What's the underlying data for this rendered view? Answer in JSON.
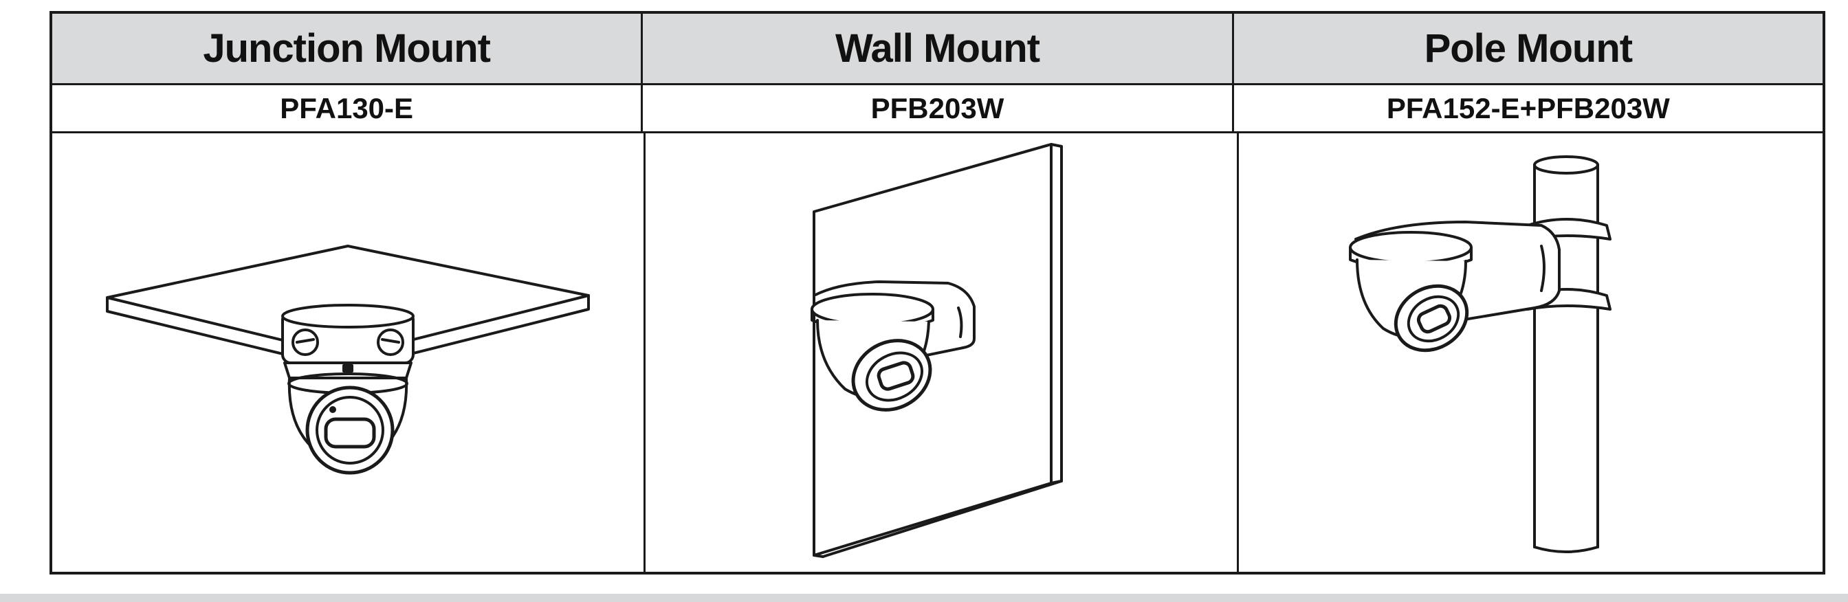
{
  "mounts": [
    {
      "title": "Junction Mount",
      "model": "PFA130-E",
      "illustration": "junction-mount-icon"
    },
    {
      "title": "Wall Mount",
      "model": "PFB203W",
      "illustration": "wall-mount-icon"
    },
    {
      "title": "Pole Mount",
      "model": "PFA152-E+PFB203W",
      "illustration": "pole-mount-icon"
    }
  ],
  "colors": {
    "header_bg": "#d9dadb",
    "line": "#1a1a1a",
    "background": "#ffffff"
  }
}
